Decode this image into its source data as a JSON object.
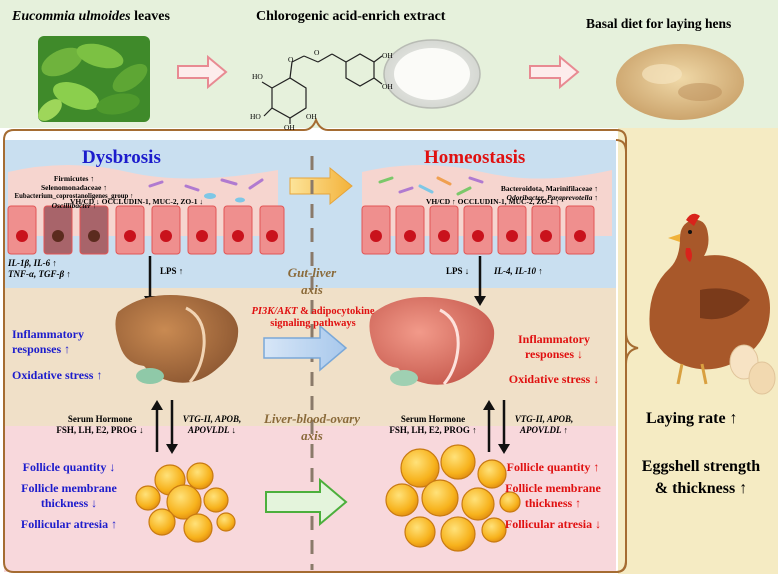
{
  "top": {
    "leaves_label_species": "Eucommia ulmoides",
    "leaves_label_rest": " leaves",
    "extract_label": "Chlorogenic acid-enrich extract",
    "diet_label": "Basal diet for laying hens",
    "molecule_atoms": [
      "O",
      "O",
      "HO",
      "OH",
      "OH",
      "HO",
      "OH",
      "OH"
    ]
  },
  "left": {
    "title": "Dysbrosis",
    "microbe_text": [
      "Firmicutes ↑",
      "Selenomonadaceae ↑",
      "Eubacterium_coprostanoligenes_group ↑",
      "Oscillibacter ↑"
    ],
    "barrier_text": "VH/CD ↓ OCCLUDIN-1, MUC-2, ZO-1 ↓",
    "cytokines": [
      "IL-1β, IL-6 ↑",
      "TNF-α, TGF-β ↑"
    ],
    "lps": "LPS ↑",
    "liver_effects": [
      "Inflammatory",
      "responses ↑",
      "Oxidative stress ↑"
    ],
    "hormone": [
      "Serum Hormone",
      "FSH, LH, E2, PROG ↓"
    ],
    "genes": [
      "VTG-II, APOB,",
      "APOVLDL ↓"
    ],
    "follicle": [
      "Follicle quantity ↓",
      "Follicle membrane",
      "thickness ↓",
      "Follicular atresia ↑"
    ]
  },
  "right": {
    "title": "Homeostasis",
    "microbe_text": [
      "Bacteroidota, Marinifilaceae ↑",
      "Odoribacter, Paraprevotella ↑"
    ],
    "barrier_text": "VH/CD ↑ OCCLUDIN-1, MUC-2, ZO-1 ↑",
    "lps": "LPS ↓",
    "cytokines": "IL-4, IL-10 ↑",
    "liver_effects": [
      "Inflammatory",
      "responses ↓",
      "Oxidative stress ↓"
    ],
    "hormone": [
      "Serum Hormone",
      "FSH, LH, E2, PROG ↑"
    ],
    "genes": [
      "VTG-II, APOB,",
      "APOVLDL ↑"
    ],
    "follicle": [
      "Follicle quantity ↑",
      "Follicle membrane",
      "thickness ↑",
      "Follicular atresia ↓"
    ]
  },
  "center": {
    "gut_liver_axis": [
      "Gut-liver",
      "axis"
    ],
    "pathway": [
      "PI3K/AKT",
      " & adipocytokine",
      "signaling pathways"
    ],
    "liver_blood_ovary_axis": [
      "Liver-blood-ovary",
      "axis"
    ]
  },
  "outcomes": {
    "laying_rate": "Laying rate ↑",
    "eggshell": [
      "Eggshell strength",
      "& thickness ↑"
    ]
  },
  "colors": {
    "gut_band": "#c9dff0",
    "liver_band": "#f0e0c8",
    "ovary_band": "#f8d8dc",
    "top_band": "#e6f1dc",
    "right_band": "#f5ebc3",
    "blue_text": "#1c1ccc",
    "red_text": "#e01010"
  }
}
